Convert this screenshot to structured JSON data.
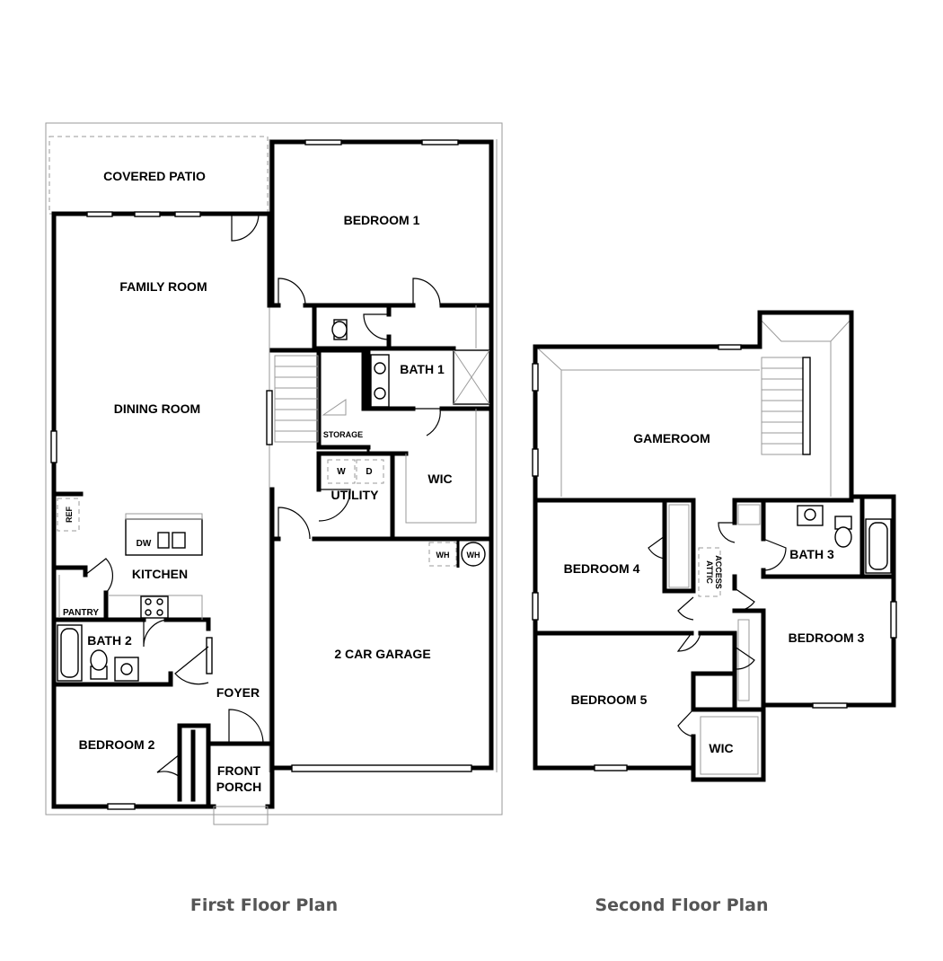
{
  "first_floor": {
    "caption": "First Floor Plan",
    "rooms": {
      "covered_patio": "COVERED PATIO",
      "bedroom_1": "BEDROOM 1",
      "family_room": "FAMILY ROOM",
      "dining_room": "DINING ROOM",
      "bath_1": "BATH 1",
      "storage": "STORAGE",
      "wic": "WIC",
      "utility": "UTILITY",
      "washer": "W",
      "dryer": "D",
      "refrigerator": "REF",
      "dishwasher": "DW",
      "kitchen": "KITCHEN",
      "pantry": "PANTRY",
      "water_heater_1": "WH",
      "water_heater_2": "WH",
      "garage": "2 CAR GARAGE",
      "bath_2": "BATH 2",
      "foyer": "FOYER",
      "bedroom_2": "BEDROOM 2",
      "front_porch_line1": "FRONT",
      "front_porch_line2": "PORCH"
    }
  },
  "second_floor": {
    "caption": "Second Floor Plan",
    "rooms": {
      "gameroom": "GAMEROOM",
      "bedroom_4": "BEDROOM 4",
      "attic_access_line1": "ATTIC",
      "attic_access_line2": "ACCESS",
      "bath_3": "BATH 3",
      "bedroom_3": "BEDROOM 3",
      "bedroom_5": "BEDROOM 5",
      "wic": "WIC"
    }
  }
}
